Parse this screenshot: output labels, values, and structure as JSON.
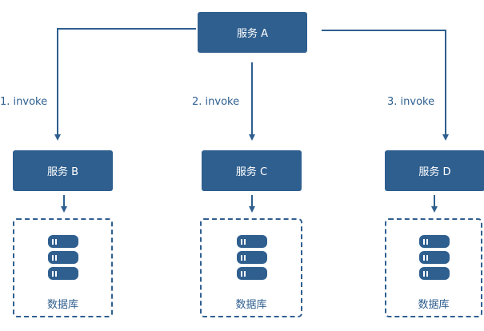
{
  "services": {
    "a": "服务 A",
    "b": "服务 B",
    "c": "服务 C",
    "d": "服务 D"
  },
  "edges": {
    "b": "1. invoke",
    "c": "2. invoke",
    "d": "3. invoke"
  },
  "databases": {
    "b": "数据库",
    "c": "数据库",
    "d": "数据库"
  },
  "colors": {
    "primary": "#2f5f8f",
    "text_on_primary": "#ffffff"
  },
  "icons": {
    "database": "database-stack-icon",
    "arrow": "arrow-down-icon"
  }
}
